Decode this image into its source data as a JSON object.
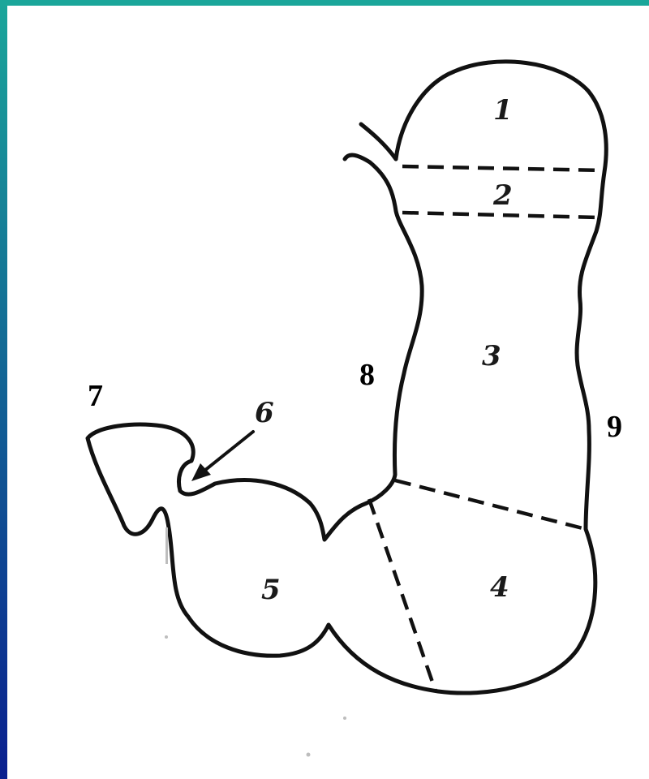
{
  "colors": {
    "frame_gradient_top": "#1aa69a",
    "frame_gradient_bottom": "#0a1f8f",
    "line": "#111111",
    "background": "#ffffff"
  },
  "diagram": {
    "regions": [
      {
        "id": "r1",
        "label": "1"
      },
      {
        "id": "r2",
        "label": "2"
      },
      {
        "id": "r3",
        "label": "3"
      },
      {
        "id": "r4",
        "label": "4"
      },
      {
        "id": "r5",
        "label": "5"
      },
      {
        "id": "r6",
        "label": "6"
      }
    ],
    "points": [
      {
        "id": "p7",
        "label": "7"
      },
      {
        "id": "p8",
        "label": "8"
      },
      {
        "id": "p9",
        "label": "9"
      }
    ]
  }
}
